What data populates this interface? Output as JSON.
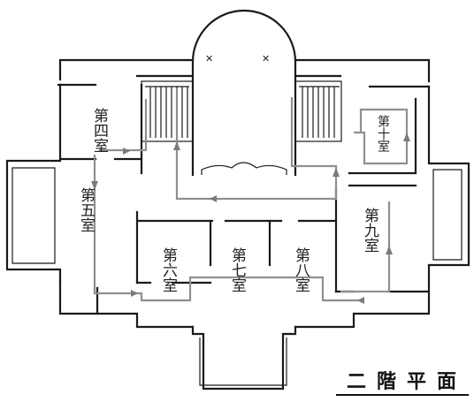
{
  "plan_title": "二階平面",
  "rooms": [
    {
      "name": "第四室"
    },
    {
      "name": "第五室"
    },
    {
      "name": "第六室"
    },
    {
      "name": "第七室"
    },
    {
      "name": "第八室"
    },
    {
      "name": "第九室"
    },
    {
      "name": "第十室"
    }
  ],
  "colors": {
    "walls": "#1a1a1a",
    "route": "#8f8f8f",
    "paper": "#ffffff"
  }
}
